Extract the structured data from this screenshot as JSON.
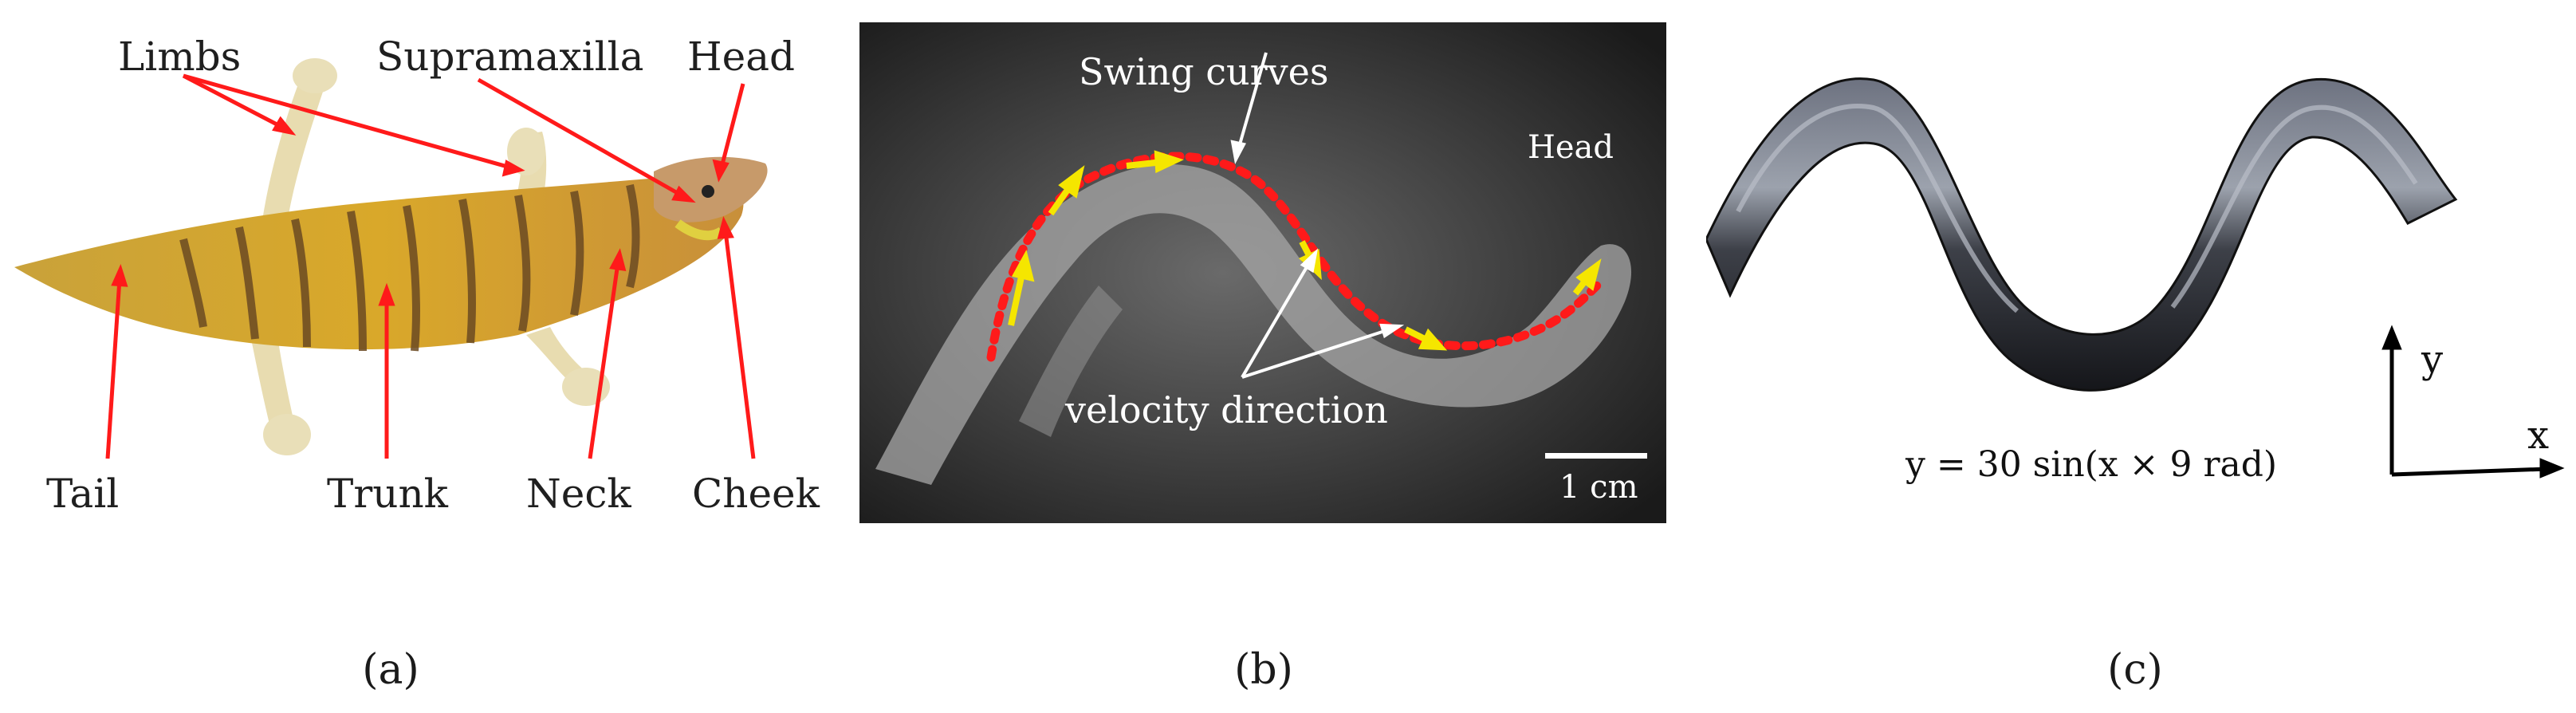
{
  "panel_a": {
    "labels": {
      "limbs": "Limbs",
      "supramaxilla": "Supramaxilla",
      "head": "Head",
      "tail": "Tail",
      "trunk": "Trunk",
      "neck": "Neck",
      "cheek": "Cheek"
    },
    "caption": "(a)"
  },
  "panel_b": {
    "swing_label": "Swing curves",
    "head_label": "Head",
    "velocity_label": "velocity direction",
    "scale_label": "1 cm",
    "caption": "(b)"
  },
  "panel_c": {
    "equation": "y = 30 sin(x × 9 rad)",
    "axis_y": "y",
    "axis_x": "x",
    "caption": "(c)"
  },
  "colors": {
    "annotation_red": "#ff1a1a",
    "arrow_yellow": "#f5e600",
    "tube": "#3d4048"
  }
}
